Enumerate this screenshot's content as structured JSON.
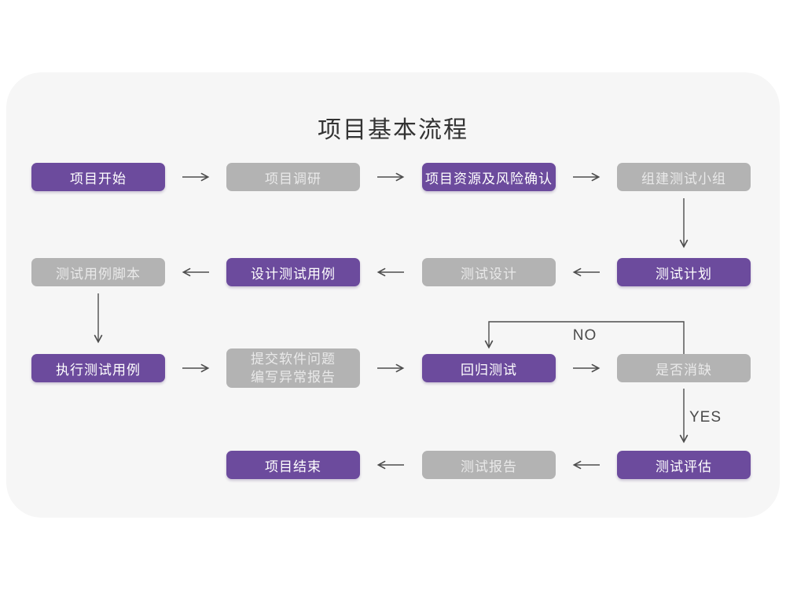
{
  "flow": {
    "title": "项目基本流程",
    "rows": [
      {
        "nodes": [
          {
            "label": "项目开始",
            "style": "purple"
          },
          {
            "label": "项目调研",
            "style": "gray"
          },
          {
            "label": "项目资源及风险确认",
            "style": "purple"
          },
          {
            "label": "组建测试小组",
            "style": "gray"
          }
        ]
      },
      {
        "nodes": [
          {
            "label": "测试用例脚本",
            "style": "gray"
          },
          {
            "label": "设计测试用例",
            "style": "purple"
          },
          {
            "label": "测试设计",
            "style": "gray"
          },
          {
            "label": "测试计划",
            "style": "purple"
          }
        ]
      },
      {
        "nodes": [
          {
            "label": "执行测试用例",
            "style": "purple"
          },
          {
            "lines": [
              "提交软件问题",
              "编写异常报告"
            ],
            "style": "gray"
          },
          {
            "label": "回归测试",
            "style": "purple"
          },
          {
            "label": "是否消缺",
            "style": "gray"
          }
        ]
      },
      {
        "nodes": [
          {
            "label": "项目结束",
            "style": "purple"
          },
          {
            "label": "测试报告",
            "style": "gray"
          },
          {
            "label": "测试评估",
            "style": "purple"
          }
        ]
      }
    ],
    "branch_labels": {
      "no": "NO",
      "yes": "YES"
    },
    "colors": {
      "node_primary": "#6C4B9D",
      "node_secondary": "#B3B3B3",
      "panel_background": "#F6F6F6",
      "arrow": "#4D4D4D",
      "title_text": "#333333"
    }
  }
}
